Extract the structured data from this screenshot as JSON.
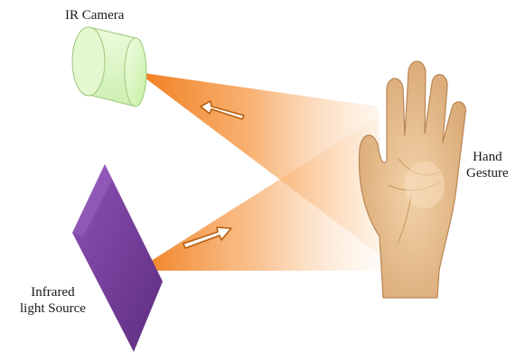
{
  "labels": {
    "camera": "IR Camera",
    "source_line1": "Infrared",
    "source_line2": "light Source",
    "hand_line1": "Hand",
    "hand_line2": "Gesture"
  },
  "colors": {
    "beam": "#f07d1c",
    "camera_body": "#d8f5b8",
    "source_panel": "#7a3f9c",
    "skin": "#e8c49a"
  },
  "icons": {
    "camera": "ir-camera-icon",
    "source": "infrared-light-source-icon",
    "hand": "hand-gesture-icon",
    "arrows": [
      "arrow-to-camera-icon",
      "arrow-from-source-icon"
    ]
  }
}
